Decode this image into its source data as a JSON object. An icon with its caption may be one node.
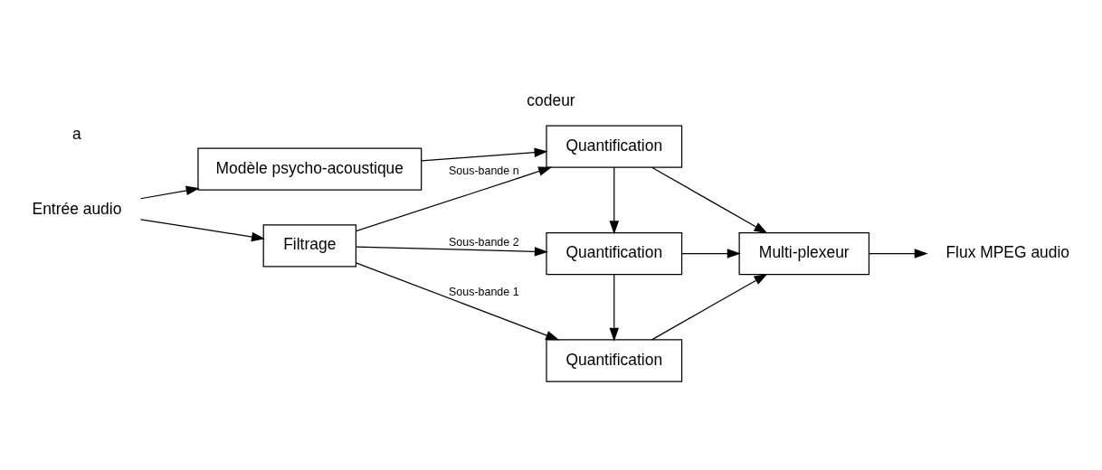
{
  "diagram": {
    "title": "codeur",
    "nodes": [
      {
        "text": [
          "Entrée audio"
        ]
      },
      {
        "text": [
          "Filtrage"
        ]
      },
      {
        "text": [
          "Quantification"
        ]
      },
      {
        "text": [
          "Quantification"
        ]
      },
      {
        "text": [
          "Quantification"
        ]
      },
      {
        "text": [
          "Modèle psycho-acoustique"
        ]
      },
      {
        "text": [
          "Multi-plexeur"
        ]
      },
      {
        "text": [
          "Flux MPEG audio"
        ]
      }
    ],
    "edges": [
      {
        "from": 0,
        "to": 1,
        "arrow": "to"
      },
      {
        "from": 0,
        "to": 5,
        "arrow": "to"
      },
      {
        "from": 1,
        "to": 2,
        "arrow": "to",
        "label": "Sous-bande 1"
      },
      {
        "from": 1,
        "to": 3,
        "arrow": "to",
        "label": "Sous-bande 2"
      },
      {
        "from": 1,
        "to": 4,
        "arrow": "to",
        "label": "Sous-bande n"
      },
      {
        "from": 3,
        "to": 2,
        "arrow": "to"
      },
      {
        "from": 4,
        "to": 3,
        "arrow": "to"
      },
      {
        "from": 5,
        "to": 4,
        "arrow": "to"
      },
      {
        "from": 2,
        "to": 6,
        "arrow": "to"
      },
      {
        "from": 3,
        "to": 6,
        "arrow": "to"
      },
      {
        "from": 4,
        "to": 6,
        "arrow": "to"
      },
      {
        "from": 6,
        "to": 7,
        "arrow": "to"
      }
    ],
    "labels": [
      "a"
    ]
  }
}
